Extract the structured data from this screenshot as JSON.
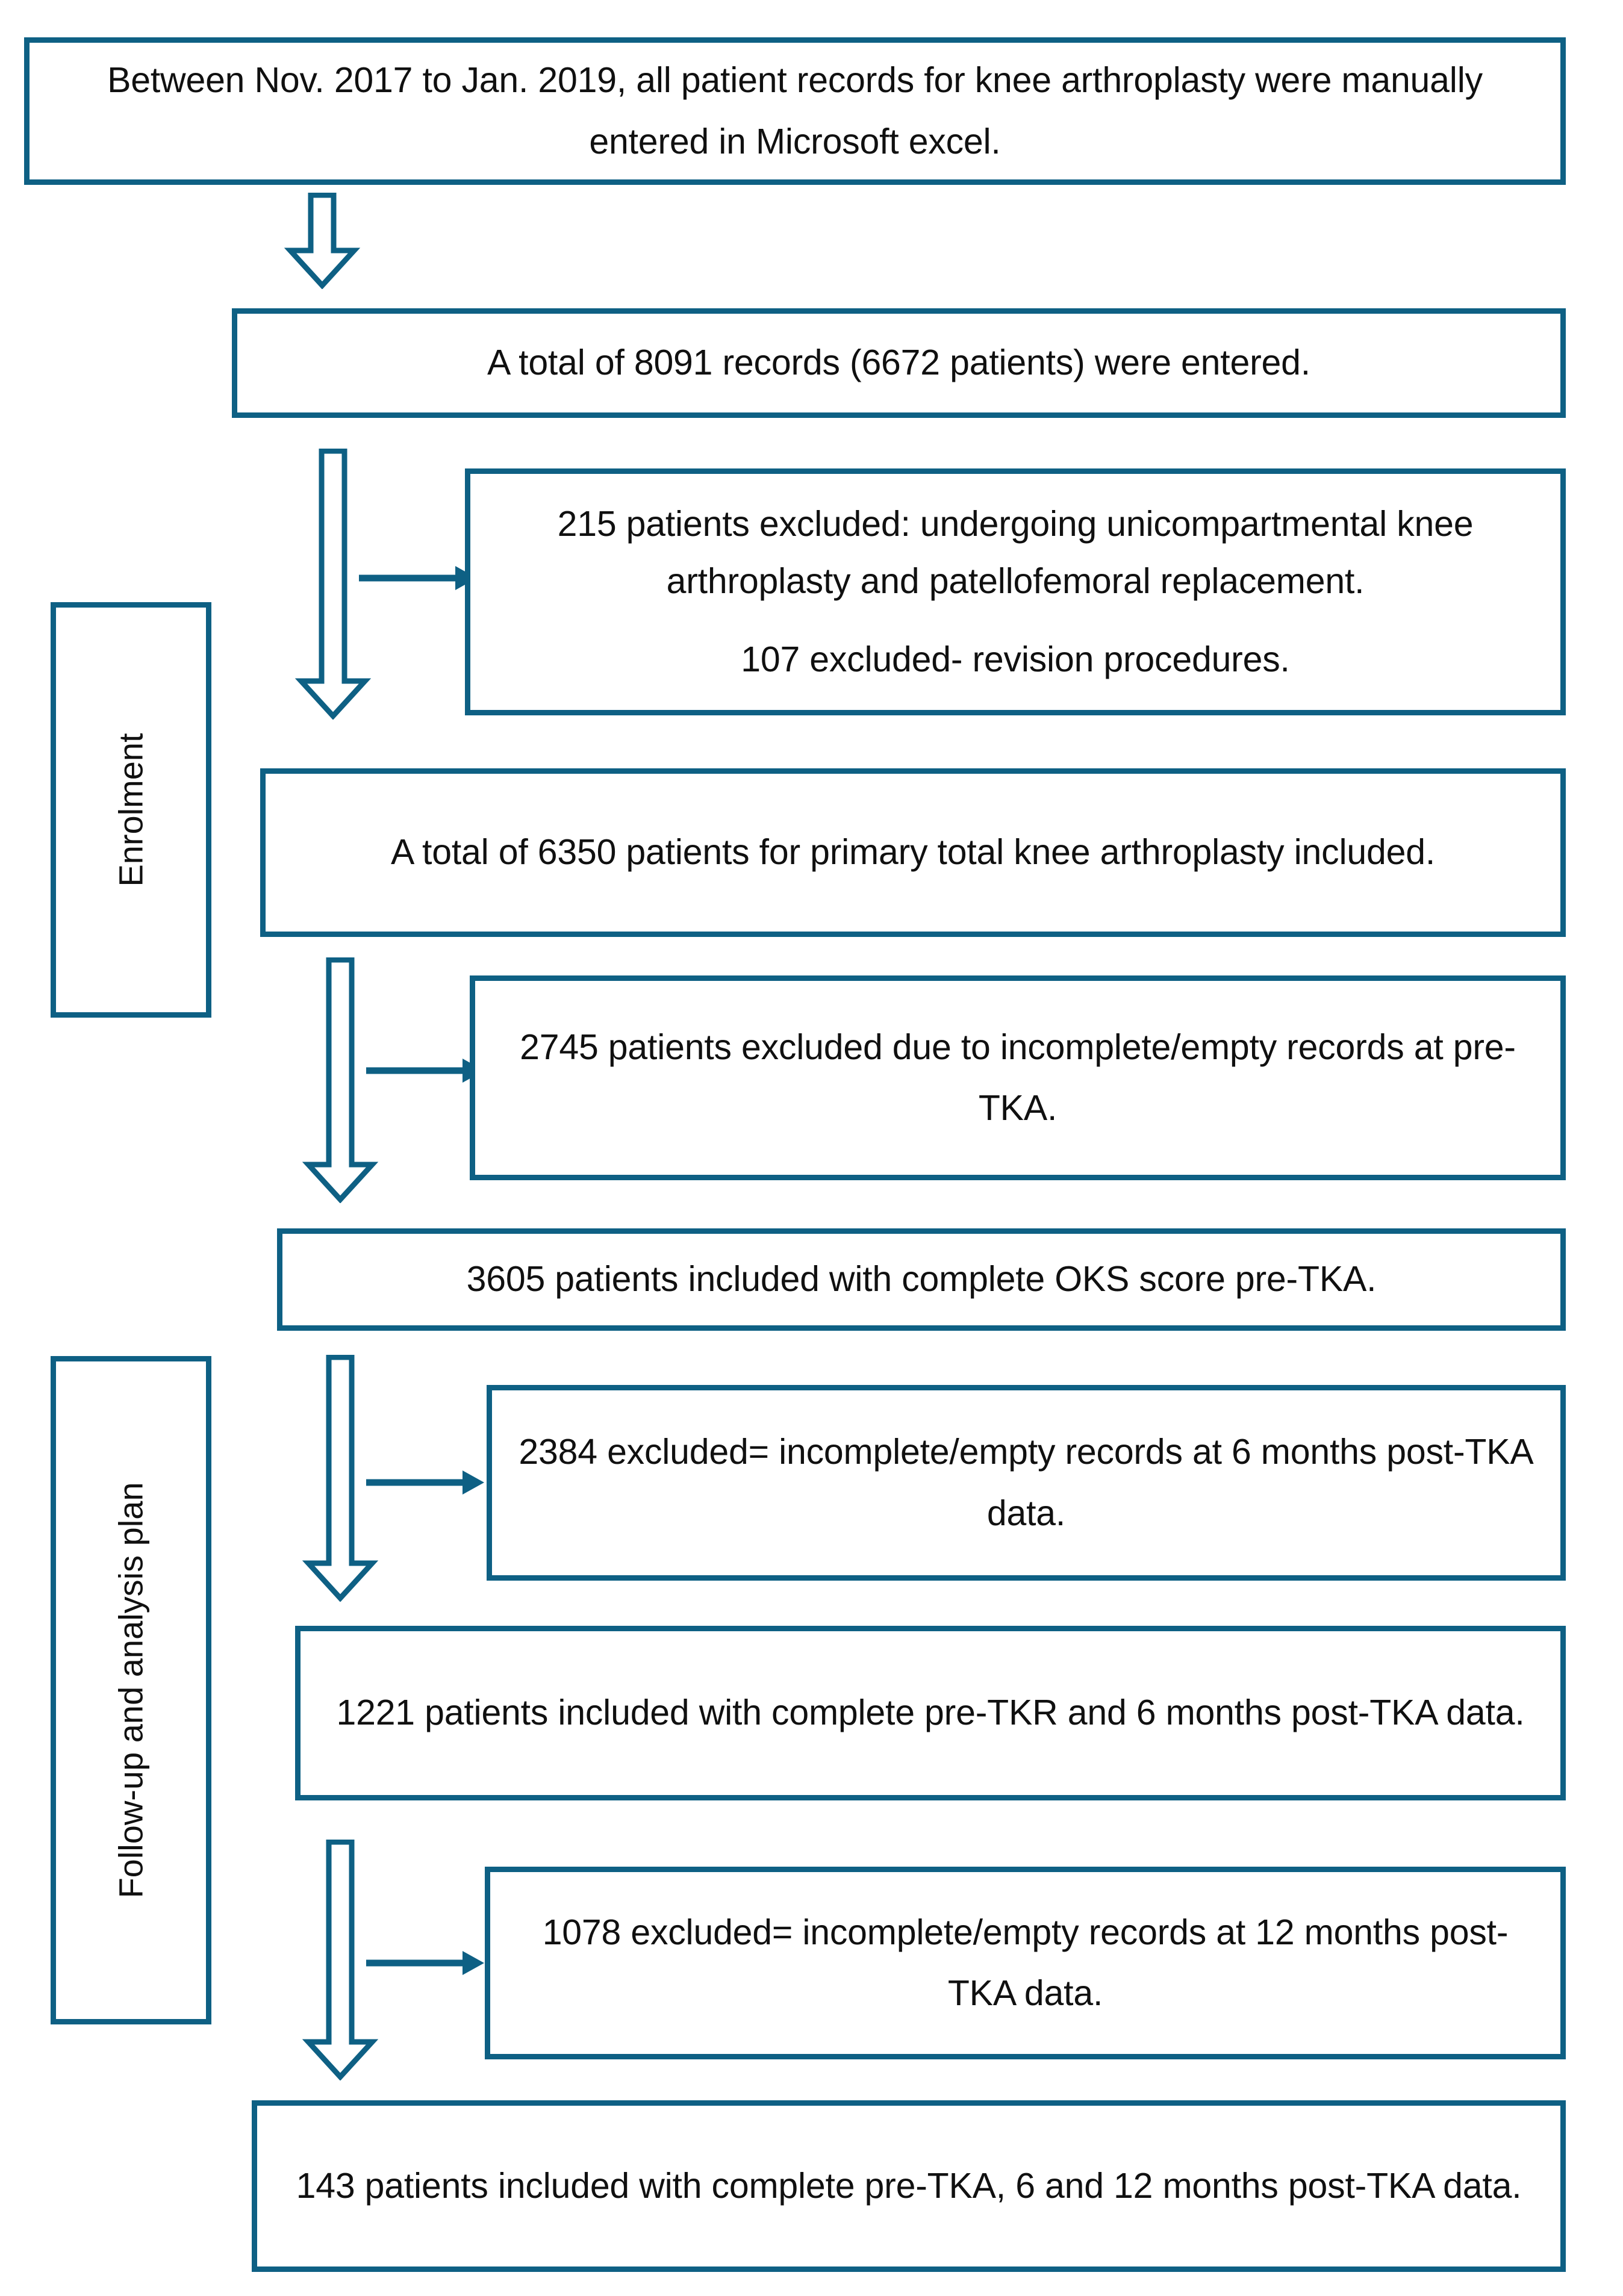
{
  "figure": {
    "type": "flowchart",
    "orientation": "top-to-bottom",
    "accent_color": "#0E6084",
    "text_color": "#101010",
    "background_color": "#FFFFFF"
  },
  "sections": [
    {
      "id": "enrolment",
      "label": "Enrolment"
    },
    {
      "id": "followup",
      "label": "Follow-up and analysis plan"
    }
  ],
  "nodes": {
    "source_records": {
      "id": "n1",
      "kind": "flow",
      "text": "Between Nov. 2017 to Jan. 2019, all patient records for knee arthroplasty were manually entered in Microsoft excel."
    },
    "total_entered": {
      "id": "n2",
      "kind": "flow",
      "text": "A total of 8091 records (6672 patients) were entered.",
      "records": 8091,
      "patients": 6672
    },
    "excluded_uka_pfr": {
      "id": "n3",
      "kind": "exclusion",
      "line1": "215 patients excluded: undergoing unicompartmental knee arthroplasty and patellofemoral replacement.",
      "line2": "107 excluded- revision procedures.",
      "excluded_uka_pfr": 215,
      "excluded_revision": 107
    },
    "primary_tka_included": {
      "id": "n4",
      "kind": "flow",
      "text": "A total of 6350 patients for primary total knee arthroplasty included.",
      "patients": 6350
    },
    "excluded_pre_tka": {
      "id": "n5",
      "kind": "exclusion",
      "text": "2745 patients excluded due to incomplete/empty records at pre-TKA.",
      "excluded": 2745
    },
    "oks_pre_tka": {
      "id": "n6",
      "kind": "flow",
      "text": "3605 patients included with complete OKS score pre-TKA.",
      "patients": 3605
    },
    "excluded_6mo": {
      "id": "n7",
      "kind": "exclusion",
      "text": "2384 excluded= incomplete/empty records at 6 months post-TKA data.",
      "excluded": 2384
    },
    "included_6mo": {
      "id": "n8",
      "kind": "flow",
      "text": "1221 patients included with complete pre-TKR and 6 months post-TKA data.",
      "patients": 1221
    },
    "excluded_12mo": {
      "id": "n9",
      "kind": "exclusion",
      "text": "1078 excluded= incomplete/empty records at 12 months post-TKA data.",
      "excluded": 1078
    },
    "final_cohort": {
      "id": "n10",
      "kind": "flow",
      "text": "143 patients included with complete pre-TKA, 6 and 12 months post-TKA data.",
      "patients": 143
    }
  },
  "connectors": [
    {
      "from": "source_records",
      "to": "total_entered",
      "style": "hollow-block-arrow-down"
    },
    {
      "from": "total_entered",
      "to": "primary_tka_included",
      "style": "hollow-block-arrow-down",
      "branch_to": "excluded_uka_pfr",
      "branch_style": "solid-arrow-right"
    },
    {
      "from": "primary_tka_included",
      "to": "oks_pre_tka",
      "style": "hollow-block-arrow-down",
      "branch_to": "excluded_pre_tka",
      "branch_style": "solid-arrow-right"
    },
    {
      "from": "oks_pre_tka",
      "to": "included_6mo",
      "style": "hollow-block-arrow-down",
      "branch_to": "excluded_6mo",
      "branch_style": "solid-arrow-right"
    },
    {
      "from": "included_6mo",
      "to": "final_cohort",
      "style": "hollow-block-arrow-down",
      "branch_to": "excluded_12mo",
      "branch_style": "solid-arrow-right"
    }
  ]
}
